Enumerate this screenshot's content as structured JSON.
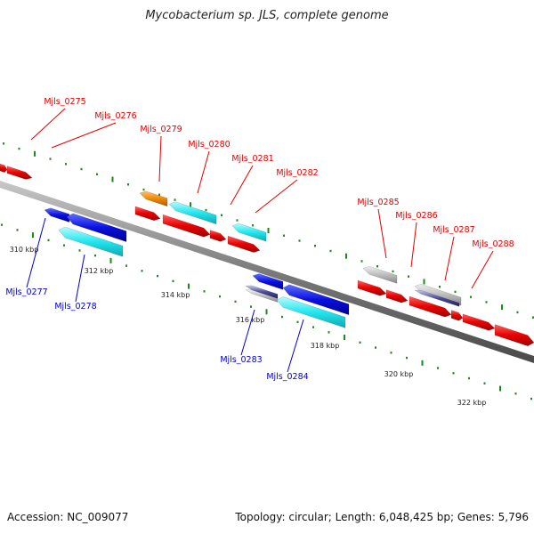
{
  "title": "Mycobacterium sp. JLS, complete genome",
  "footer": {
    "accession": "Accession: NC_009077",
    "summary": "Topology: circular; Length: 6,048,425 bp; Genes: 5,796"
  },
  "colors": {
    "backbone": "#8a8a8a",
    "tick": "#1a8a1a",
    "label_top": "#e00000",
    "label_bottom": "#0000cc",
    "gene_red": "#ee0000",
    "gene_cyan": "#22e0e8",
    "gene_blue": "#0a10e0",
    "gene_orange": "#f08a00",
    "gene_gray": "#b8b8b8",
    "gene_navy": "#4a4a9a"
  },
  "scale_labels": [
    "310 kbp",
    "312 kbp",
    "314 kbp",
    "316 kbp",
    "318 kbp",
    "320 kbp",
    "322 kbp"
  ],
  "genes_labeled": {
    "top": [
      "Mjls_0275",
      "Mjls_0276",
      "Mjls_0279",
      "Mjls_0280",
      "Mjls_0281",
      "Mjls_0282",
      "Mjls_0285",
      "Mjls_0286",
      "Mjls_0287",
      "Mjls_0288"
    ],
    "bottom": [
      "Mjls_0277",
      "Mjls_0278",
      "Mjls_0283",
      "Mjls_0284"
    ]
  }
}
